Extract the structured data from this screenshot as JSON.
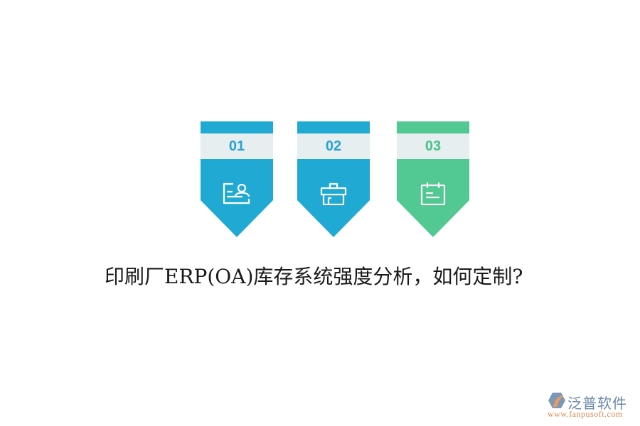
{
  "steps": [
    {
      "number": "01",
      "icon": "id-card-icon",
      "color": "#20a9d3",
      "number_color": "#2aa3cf"
    },
    {
      "number": "02",
      "icon": "toolbox-icon",
      "color": "#20a9d3",
      "number_color": "#2aa3cf"
    },
    {
      "number": "03",
      "icon": "calendar-icon",
      "color": "#52c992",
      "number_color": "#47c38a"
    }
  ],
  "band_color": "#e7eef0",
  "title": "印刷厂ERP(OA)库存系统强度分析，如何定制?",
  "logo": {
    "brand": "泛普软件",
    "url": "www.fanpusoft.com"
  }
}
